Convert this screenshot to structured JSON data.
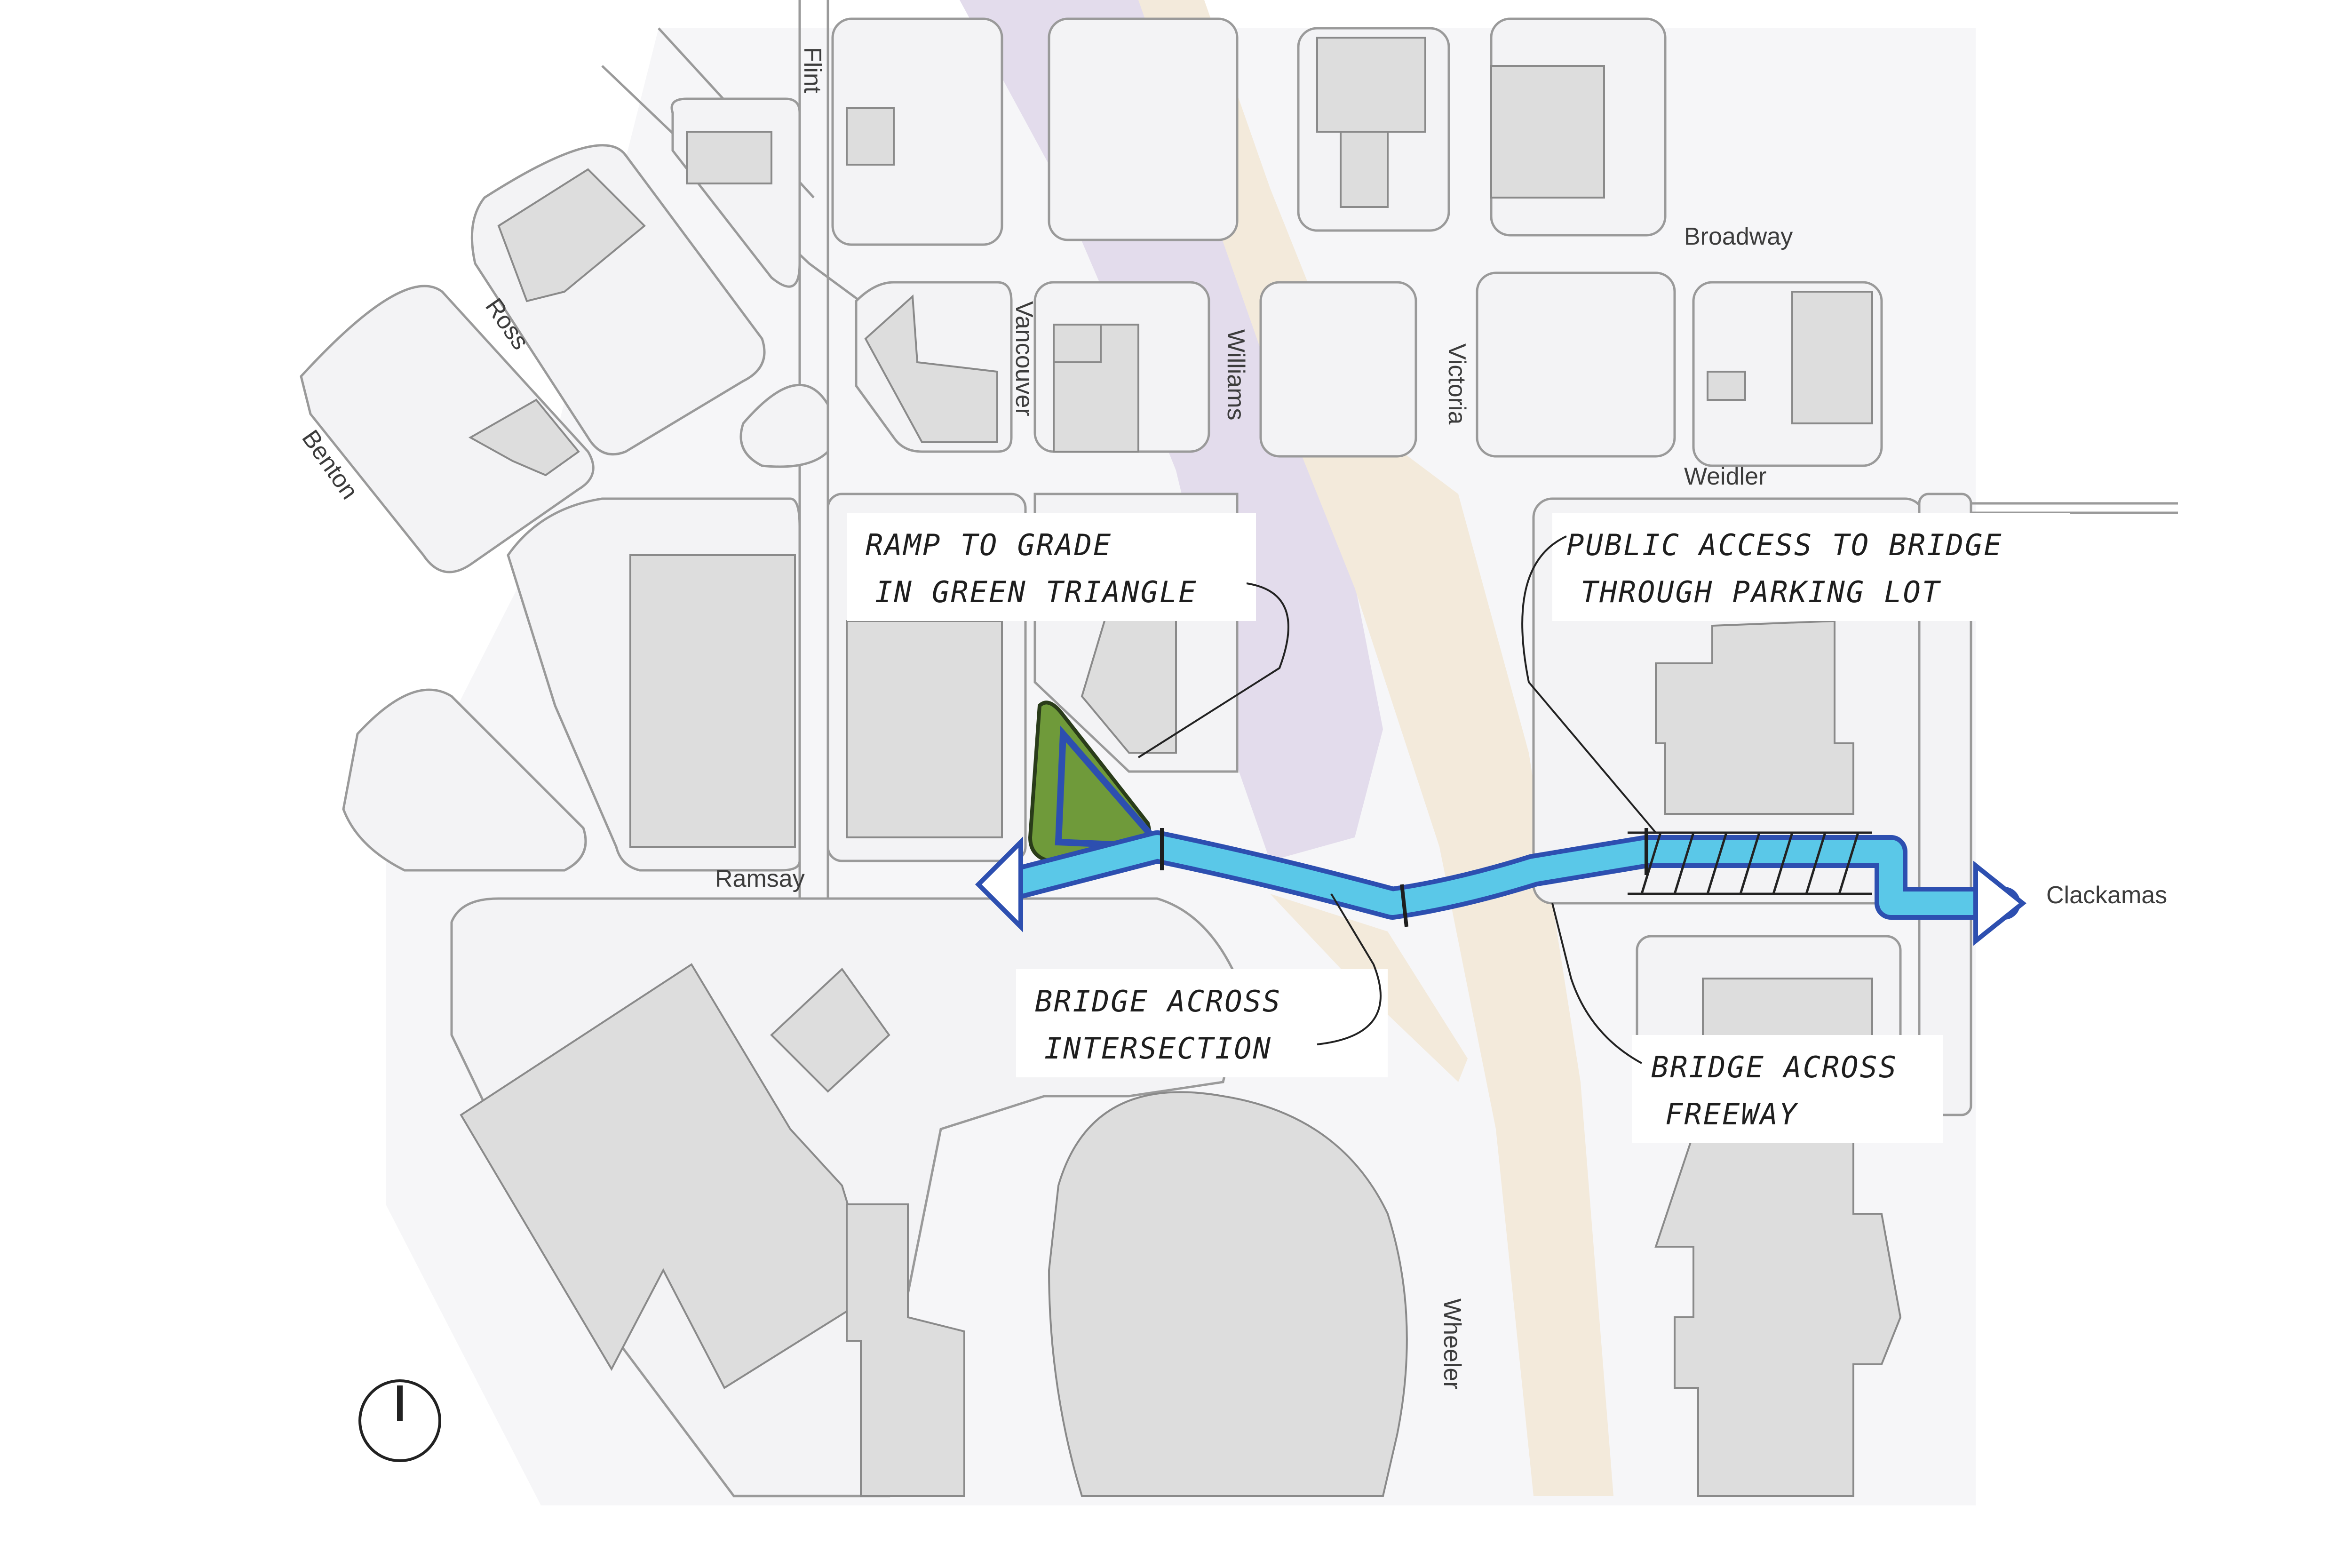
{
  "streets": {
    "flint": "Flint",
    "ross": "Ross",
    "benton": "Benton",
    "vancouver": "Vancouver",
    "williams": "Williams",
    "victoria": "Victoria",
    "broadway": "Broadway",
    "weidler": "Weidler",
    "ramsay": "Ramsay",
    "clackamas": "Clackamas",
    "wheeler": "Wheeler"
  },
  "annotations": {
    "ramp_line1": "RAMP TO GRADE",
    "ramp_line2": "IN GREEN TRIANGLE",
    "public_line1": "PUBLIC ACCESS TO BRIDGE",
    "public_line2": "THROUGH PARKING LOT",
    "intersection_line1": "BRIDGE ACROSS",
    "intersection_line2": "INTERSECTION",
    "freeway_line1": "BRIDGE ACROSS",
    "freeway_line2": "FREEWAY"
  },
  "colors": {
    "bridge_path": "#5ac8e8",
    "bridge_outline": "#2d4fb0",
    "green_triangle": "#6f9a3a",
    "transit_corridor": "#e3dcec",
    "freeway_corridor": "#f3eadb"
  },
  "icons": {
    "north_arrow": "north-arrow-icon"
  }
}
